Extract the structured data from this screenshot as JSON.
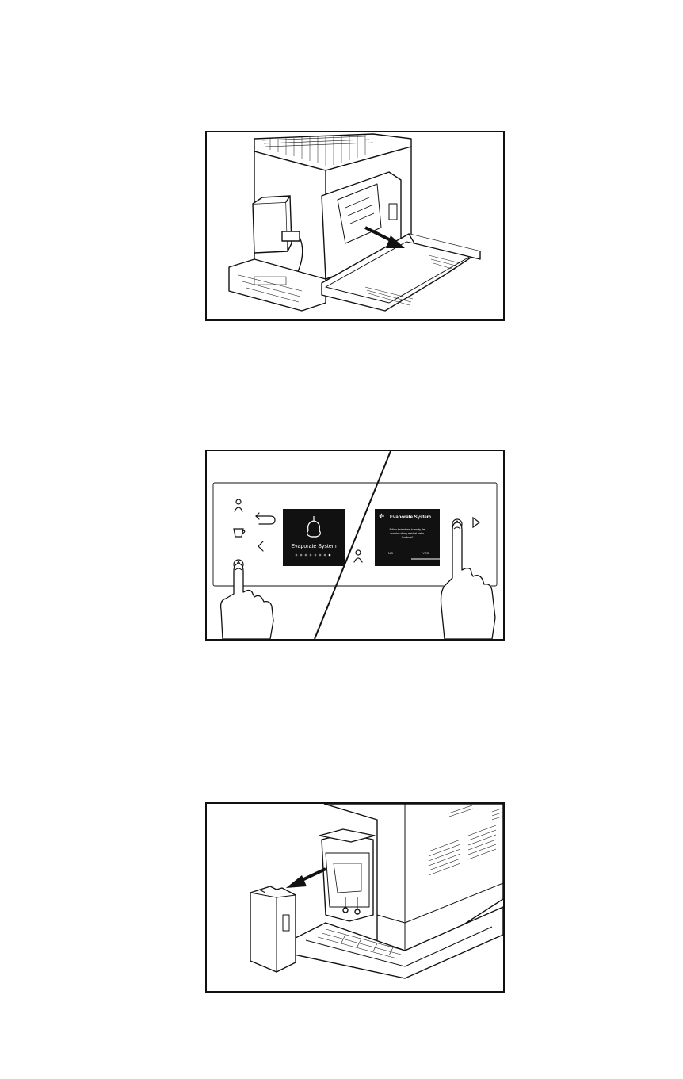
{
  "figures": [
    {
      "id": "step-open-side-door",
      "icons": [
        "machine-illustration",
        "arrow-icon"
      ]
    },
    {
      "id": "step-evaporate-system",
      "left_screen": {
        "title": "Evaporate System"
      },
      "right_screen": {
        "title": "Evaporate System",
        "message_line1": "Follow instructions to empty the",
        "message_line2": "machine of any residual water.",
        "message_line3": "Continue?",
        "no_label": "NO",
        "yes_label": "YES"
      },
      "icons": [
        "profile-icon",
        "cup-icon",
        "back-icon",
        "chevron-left-icon",
        "drop-icon",
        "play-icon",
        "pointing-hand-icon",
        "evaporate-icon"
      ]
    },
    {
      "id": "step-remove-front-cover",
      "icons": [
        "machine-illustration",
        "arrow-icon"
      ]
    }
  ]
}
